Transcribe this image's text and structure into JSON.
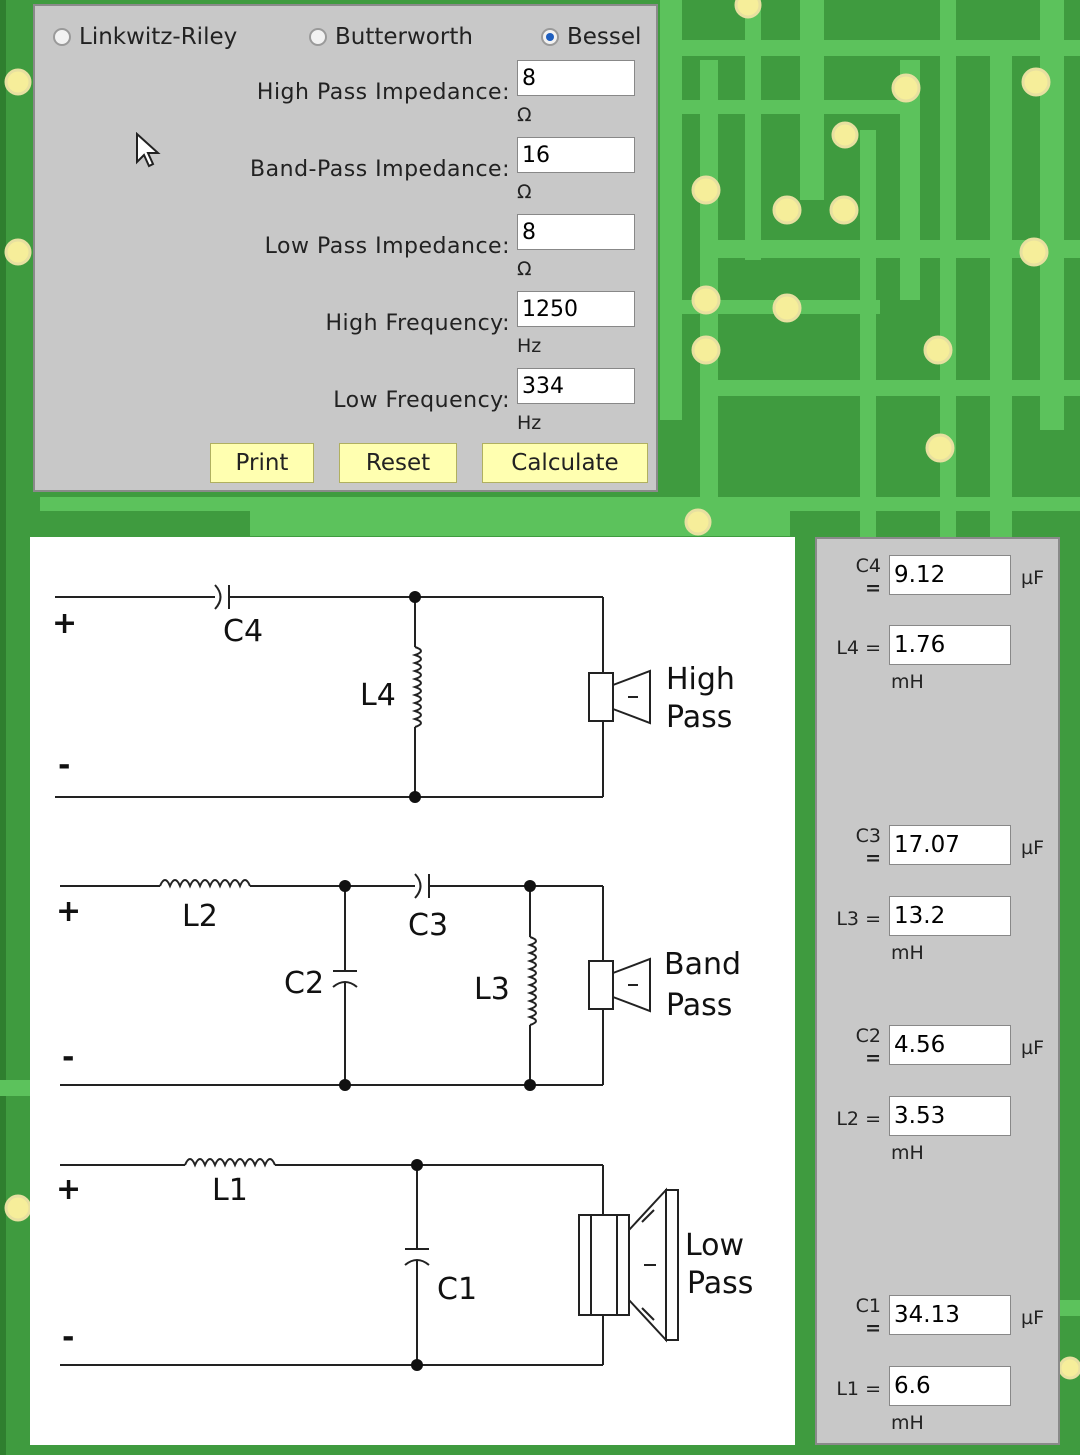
{
  "filter_types": [
    {
      "label": "Linkwitz-Riley",
      "selected": false
    },
    {
      "label": "Butterworth",
      "selected": false
    },
    {
      "label": "Bessel",
      "selected": true
    }
  ],
  "fields": [
    {
      "label": "High Pass Impedance:",
      "value": "8",
      "unit": "Ω"
    },
    {
      "label": "Band-Pass Impedance:",
      "value": "16",
      "unit": "Ω"
    },
    {
      "label": "Low Pass Impedance:",
      "value": "8",
      "unit": "Ω"
    },
    {
      "label": "High Frequency:",
      "value": "1250",
      "unit": "Hz"
    },
    {
      "label": "Low Frequency:",
      "value": "334",
      "unit": "Hz"
    }
  ],
  "buttons": {
    "print": "Print",
    "reset": "Reset",
    "calculate": "Calculate"
  },
  "diagram": {
    "plus": "+",
    "minus": "-",
    "high_pass": {
      "line1": "High",
      "line2": "Pass",
      "c": "C4",
      "l": "L4"
    },
    "band_pass": {
      "line1": "Band",
      "line2": "Pass",
      "l_series": "L2",
      "c_shunt": "C2",
      "c_series": "C3",
      "l_shunt": "L3"
    },
    "low_pass": {
      "line1": "Low",
      "line2": "Pass",
      "l": "L1",
      "c": "C1"
    }
  },
  "results": [
    {
      "name": "C4",
      "value": "9.12",
      "unit": "µF",
      "kind": "cap"
    },
    {
      "name": "L4",
      "value": "1.76",
      "unit": "mH",
      "kind": "ind"
    },
    {
      "name": "C3",
      "value": "17.07",
      "unit": "µF",
      "kind": "cap"
    },
    {
      "name": "L3",
      "value": "13.2",
      "unit": "mH",
      "kind": "ind"
    },
    {
      "name": "C2",
      "value": "4.56",
      "unit": "µF",
      "kind": "cap"
    },
    {
      "name": "L2",
      "value": "3.53",
      "unit": "mH",
      "kind": "ind"
    },
    {
      "name": "C1",
      "value": "34.13",
      "unit": "µF",
      "kind": "cap"
    },
    {
      "name": "L1",
      "value": "6.6",
      "unit": "mH",
      "kind": "ind"
    }
  ],
  "eq": "=",
  "colors": {
    "board": "#3f9b3f",
    "trace": "#58c058",
    "pad": "#f6ee9a",
    "button": "#ffffb0",
    "panel": "#c8c8c8"
  }
}
